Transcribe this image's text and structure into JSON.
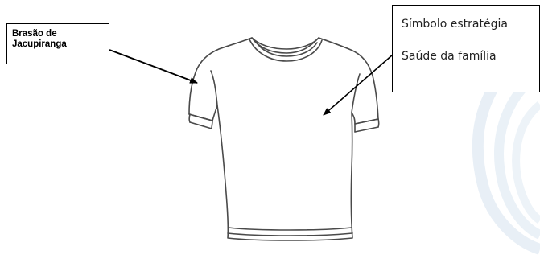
{
  "callouts": {
    "left": {
      "line1": "Brasão de",
      "line2": "Jacupiranga"
    },
    "right": {
      "line1": "Símbolo estratégia",
      "line2": "Saúde da família"
    }
  },
  "colors": {
    "outline": "#4a4a4a",
    "watermark": "#e6eef6",
    "arrow": "#000000"
  }
}
